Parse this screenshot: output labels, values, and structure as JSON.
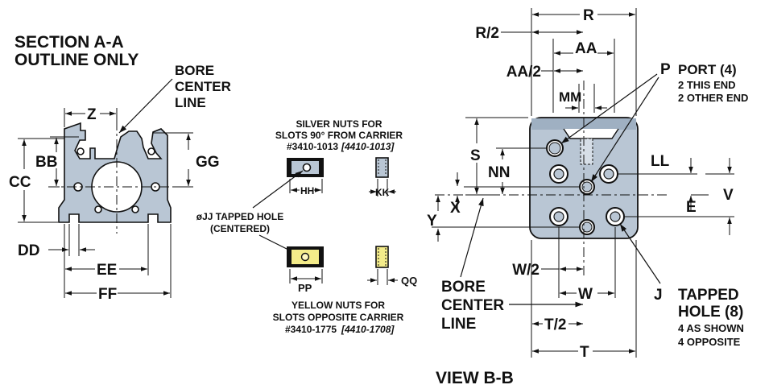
{
  "section": {
    "title_line1": "SECTION  A-A",
    "title_line2": "OUTLINE ONLY",
    "bore_label_line1": "BORE",
    "bore_label_line2": "CENTER",
    "bore_label_line3": "LINE",
    "dims": {
      "z": "Z",
      "bb": "BB",
      "cc": "CC",
      "gg": "GG",
      "dd": "DD",
      "ee": "EE",
      "ff": "FF"
    }
  },
  "nuts": {
    "silver_line1": "SILVER NUTS FOR",
    "silver_line2": "SLOTS 90° FROM CARRIER",
    "silver_part": "#3410-1013",
    "silver_alt": "[4410-1013]",
    "hh": "HH",
    "kk": "KK",
    "tapped_line1": "øJJ TAPPED HOLE",
    "tapped_line2": "(CENTERED)",
    "pp": "PP",
    "qq": "QQ",
    "yellow_line1": "YELLOW NUTS FOR",
    "yellow_line2": "SLOTS OPPOSITE CARRIER",
    "yellow_part": "#3410-1775",
    "yellow_alt": "[4410-1708]",
    "silver_color": "#b9c6d4",
    "yellow_color": "#f4ec8a"
  },
  "view": {
    "title": "VIEW B-B",
    "dims": {
      "r": "R",
      "r2": "R/2",
      "aa": "AA",
      "aa2": "AA/2",
      "mm": "MM",
      "s": "S",
      "nn": "NN",
      "x": "X",
      "y": "Y",
      "ll": "LL",
      "v": "V",
      "e": "E",
      "w2": "W/2",
      "w": "W",
      "t2": "T/2",
      "t": "T",
      "p": "P"
    },
    "port_line1": "PORT (4)",
    "port_line2": "2 THIS END",
    "port_line3": "2 OTHER END",
    "bore_line1": "BORE",
    "bore_line2": "CENTER",
    "bore_line3": "LINE",
    "j_label": "J",
    "tapped_line1": "TAPPED",
    "tapped_line2": "HOLE (8)",
    "tapped_line3": "4 AS SHOWN",
    "tapped_line4": "4 OPPOSITE",
    "plate_color": "#b9c6d4"
  }
}
